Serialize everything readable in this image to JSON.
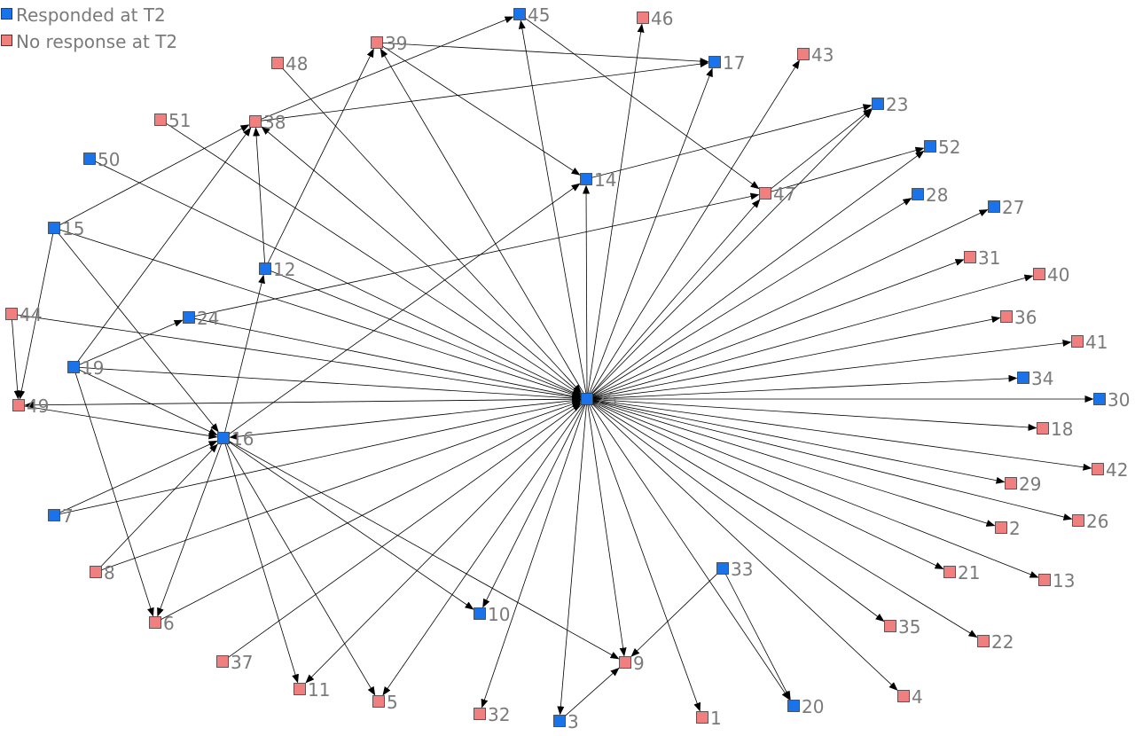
{
  "legend": {
    "responded_label": "Responded at T2",
    "no_response_label": "No response at T2"
  },
  "colors": {
    "responded": "#1a73e8",
    "no_response": "#f08080",
    "edge": "#000000",
    "label": "#7a7a7a"
  },
  "nodes": [
    {
      "id": "25",
      "label": "25",
      "status": "responded"
    },
    {
      "id": "45",
      "label": "45",
      "status": "responded"
    },
    {
      "id": "46",
      "label": "46",
      "status": "no_response"
    },
    {
      "id": "39",
      "label": "39",
      "status": "no_response"
    },
    {
      "id": "48",
      "label": "48",
      "status": "no_response"
    },
    {
      "id": "17",
      "label": "17",
      "status": "responded"
    },
    {
      "id": "43",
      "label": "43",
      "status": "no_response"
    },
    {
      "id": "51",
      "label": "51",
      "status": "no_response"
    },
    {
      "id": "38",
      "label": "38",
      "status": "no_response"
    },
    {
      "id": "23",
      "label": "23",
      "status": "responded"
    },
    {
      "id": "52",
      "label": "52",
      "status": "responded"
    },
    {
      "id": "50",
      "label": "50",
      "status": "responded"
    },
    {
      "id": "14",
      "label": "14",
      "status": "responded"
    },
    {
      "id": "47",
      "label": "47",
      "status": "no_response"
    },
    {
      "id": "28",
      "label": "28",
      "status": "responded"
    },
    {
      "id": "27",
      "label": "27",
      "status": "responded"
    },
    {
      "id": "15",
      "label": "15",
      "status": "responded"
    },
    {
      "id": "31",
      "label": "31",
      "status": "no_response"
    },
    {
      "id": "12",
      "label": "12",
      "status": "responded"
    },
    {
      "id": "40",
      "label": "40",
      "status": "no_response"
    },
    {
      "id": "44",
      "label": "44",
      "status": "no_response"
    },
    {
      "id": "24",
      "label": "24",
      "status": "responded"
    },
    {
      "id": "36",
      "label": "36",
      "status": "no_response"
    },
    {
      "id": "41",
      "label": "41",
      "status": "no_response"
    },
    {
      "id": "19",
      "label": "19",
      "status": "responded"
    },
    {
      "id": "34",
      "label": "34",
      "status": "responded"
    },
    {
      "id": "30",
      "label": "30",
      "status": "responded"
    },
    {
      "id": "49",
      "label": "49",
      "status": "no_response"
    },
    {
      "id": "18",
      "label": "18",
      "status": "no_response"
    },
    {
      "id": "16",
      "label": "16",
      "status": "responded"
    },
    {
      "id": "42",
      "label": "42",
      "status": "no_response"
    },
    {
      "id": "29",
      "label": "29",
      "status": "no_response"
    },
    {
      "id": "7",
      "label": "7",
      "status": "responded"
    },
    {
      "id": "2",
      "label": "2",
      "status": "no_response"
    },
    {
      "id": "26",
      "label": "26",
      "status": "no_response"
    },
    {
      "id": "8",
      "label": "8",
      "status": "no_response"
    },
    {
      "id": "33",
      "label": "33",
      "status": "responded"
    },
    {
      "id": "21",
      "label": "21",
      "status": "no_response"
    },
    {
      "id": "13",
      "label": "13",
      "status": "no_response"
    },
    {
      "id": "10",
      "label": "10",
      "status": "responded"
    },
    {
      "id": "6",
      "label": "6",
      "status": "no_response"
    },
    {
      "id": "35",
      "label": "35",
      "status": "no_response"
    },
    {
      "id": "22",
      "label": "22",
      "status": "no_response"
    },
    {
      "id": "37",
      "label": "37",
      "status": "no_response"
    },
    {
      "id": "9",
      "label": "9",
      "status": "no_response"
    },
    {
      "id": "11",
      "label": "11",
      "status": "no_response"
    },
    {
      "id": "4",
      "label": "4",
      "status": "no_response"
    },
    {
      "id": "5",
      "label": "5",
      "status": "no_response"
    },
    {
      "id": "20",
      "label": "20",
      "status": "responded"
    },
    {
      "id": "32",
      "label": "32",
      "status": "no_response"
    },
    {
      "id": "1",
      "label": "1",
      "status": "no_response"
    },
    {
      "id": "3",
      "label": "3",
      "status": "responded"
    }
  ],
  "edges": [
    [
      "25",
      "45"
    ],
    [
      "25",
      "46"
    ],
    [
      "25",
      "39"
    ],
    [
      "25",
      "17"
    ],
    [
      "25",
      "43"
    ],
    [
      "25",
      "38"
    ],
    [
      "25",
      "23"
    ],
    [
      "25",
      "52"
    ],
    [
      "25",
      "14"
    ],
    [
      "25",
      "47"
    ],
    [
      "25",
      "28"
    ],
    [
      "25",
      "27"
    ],
    [
      "25",
      "31"
    ],
    [
      "25",
      "40"
    ],
    [
      "25",
      "36"
    ],
    [
      "25",
      "41"
    ],
    [
      "25",
      "34"
    ],
    [
      "25",
      "30"
    ],
    [
      "25",
      "18"
    ],
    [
      "25",
      "42"
    ],
    [
      "25",
      "29"
    ],
    [
      "25",
      "2"
    ],
    [
      "25",
      "26"
    ],
    [
      "25",
      "21"
    ],
    [
      "25",
      "13"
    ],
    [
      "25",
      "35"
    ],
    [
      "25",
      "22"
    ],
    [
      "25",
      "4"
    ],
    [
      "25",
      "20"
    ],
    [
      "25",
      "1"
    ],
    [
      "25",
      "3"
    ],
    [
      "25",
      "32"
    ],
    [
      "25",
      "9"
    ],
    [
      "25",
      "10"
    ],
    [
      "25",
      "5"
    ],
    [
      "25",
      "11"
    ],
    [
      "25",
      "16"
    ],
    [
      "25",
      "49"
    ],
    [
      "48",
      "25"
    ],
    [
      "51",
      "25"
    ],
    [
      "50",
      "25"
    ],
    [
      "15",
      "25"
    ],
    [
      "12",
      "25"
    ],
    [
      "44",
      "25"
    ],
    [
      "24",
      "25"
    ],
    [
      "19",
      "25"
    ],
    [
      "7",
      "25"
    ],
    [
      "8",
      "25"
    ],
    [
      "6",
      "25"
    ],
    [
      "37",
      "25"
    ],
    [
      "45",
      "47"
    ],
    [
      "38",
      "45"
    ],
    [
      "39",
      "17"
    ],
    [
      "38",
      "17"
    ],
    [
      "39",
      "14"
    ],
    [
      "14",
      "23"
    ],
    [
      "47",
      "23"
    ],
    [
      "47",
      "52"
    ],
    [
      "24",
      "47"
    ],
    [
      "16",
      "14"
    ],
    [
      "12",
      "38"
    ],
    [
      "12",
      "39"
    ],
    [
      "15",
      "38"
    ],
    [
      "19",
      "38"
    ],
    [
      "44",
      "49"
    ],
    [
      "15",
      "49"
    ],
    [
      "15",
      "16"
    ],
    [
      "19",
      "16"
    ],
    [
      "19",
      "24"
    ],
    [
      "19",
      "6"
    ],
    [
      "49",
      "16"
    ],
    [
      "16",
      "12"
    ],
    [
      "16",
      "6"
    ],
    [
      "16",
      "11"
    ],
    [
      "16",
      "5"
    ],
    [
      "16",
      "10"
    ],
    [
      "16",
      "9"
    ],
    [
      "7",
      "16"
    ],
    [
      "8",
      "16"
    ],
    [
      "33",
      "9"
    ],
    [
      "33",
      "20"
    ],
    [
      "3",
      "9"
    ]
  ]
}
